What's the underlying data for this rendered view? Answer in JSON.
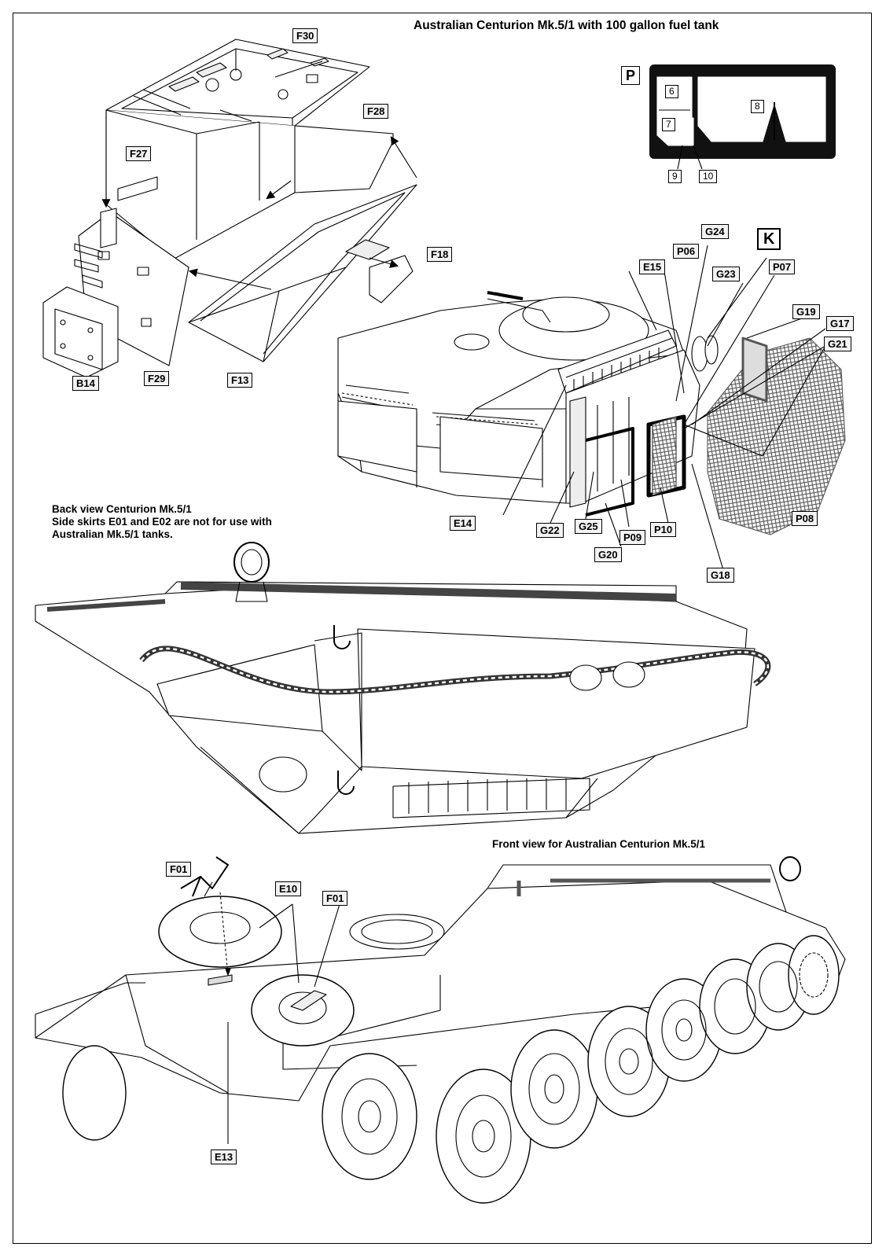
{
  "sheet": {
    "title": "Australian Centurion Mk.5/1 with 100 gallon fuel tank",
    "back_view_caption": [
      "Back view Centurion Mk.5/1",
      "Side skirts E01 and E02 are not for use with",
      "Australian Mk.5/1 tanks."
    ],
    "front_view_caption": "Front view for Australian Centurion Mk.5/1"
  },
  "fret": {
    "letter": "P",
    "parts": [
      "6",
      "7",
      "8",
      "9",
      "10"
    ]
  },
  "fuel_tank_parts": [
    "F30",
    "F28",
    "F27",
    "F18",
    "B14",
    "F29",
    "F13"
  ],
  "rear_deck_parts": {
    "sprue_letter": "K",
    "labels": [
      "G24",
      "P06",
      "E15",
      "G23",
      "P07",
      "G19",
      "G17",
      "G21",
      "E14",
      "G22",
      "G25",
      "P09",
      "P10",
      "G20",
      "P08",
      "G18"
    ]
  },
  "front_parts": [
    "F01",
    "E10",
    "F01",
    "E13"
  ],
  "colors": {
    "ink": "#000000",
    "paper": "#ffffff",
    "fret": "#111111",
    "mesh": "#7a7a7a"
  }
}
